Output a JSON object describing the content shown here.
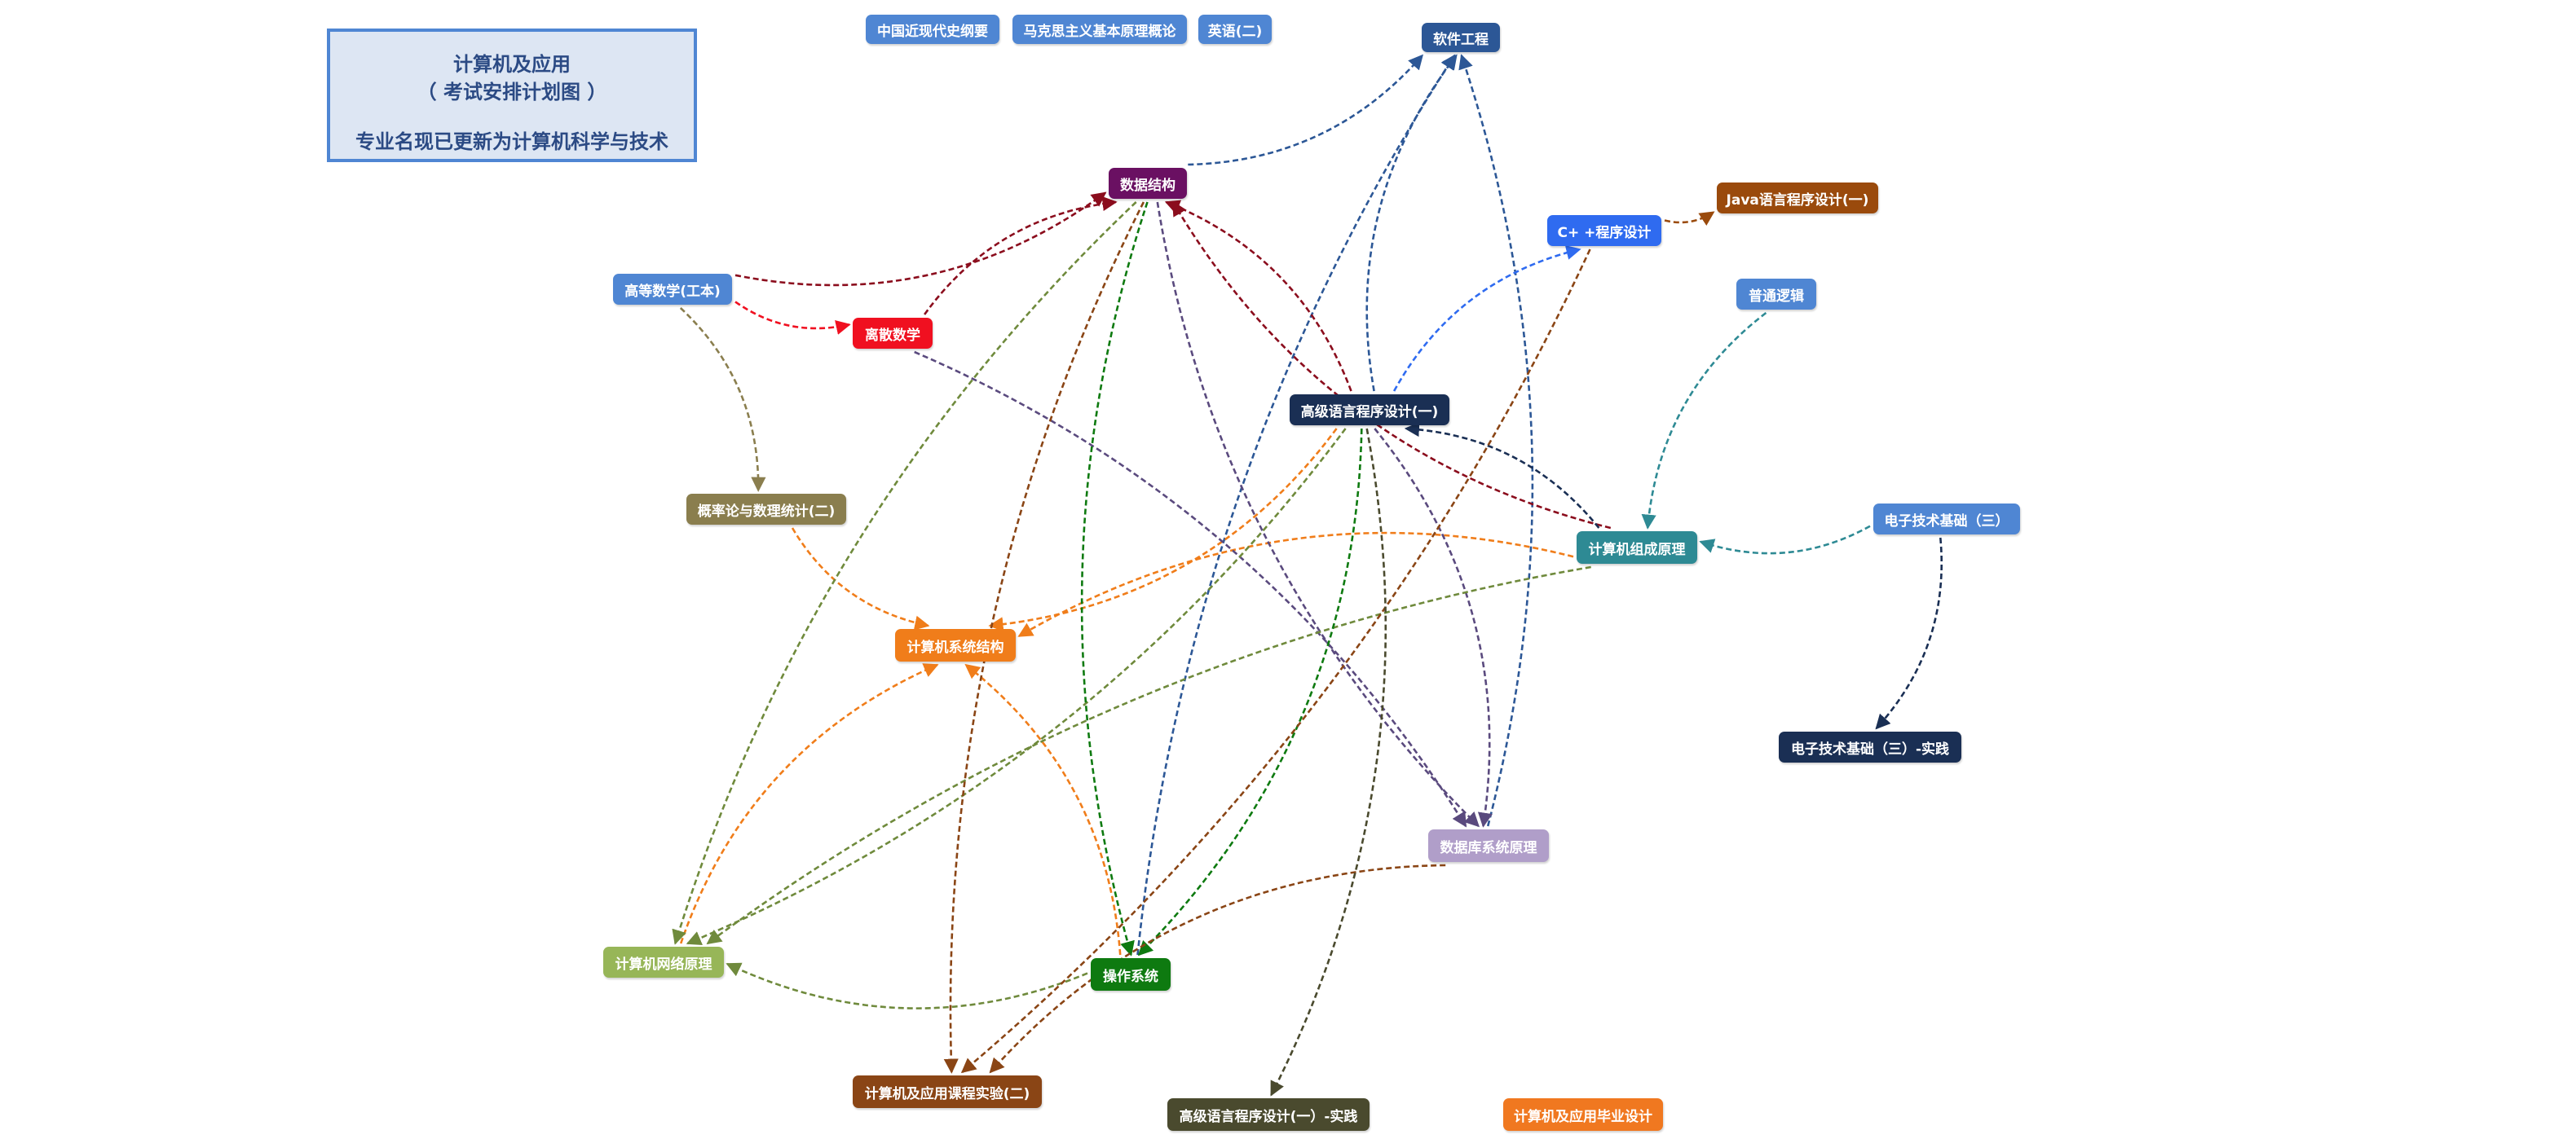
{
  "title": {
    "line1": "计算机及应用",
    "line2": "（ 考试安排计划图 ）",
    "line3": "专业名现已更新为计算机科学与技术"
  },
  "nodes": {
    "zhongguo": {
      "label": "中国近现代史纲要",
      "color": "#4f86d3"
    },
    "makesi": {
      "label": "马克思主义基本原理概论",
      "color": "#4f86d3"
    },
    "yingyu": {
      "label": "英语(二)",
      "color": "#4f86d3"
    },
    "ruanjian": {
      "label": "软件工程",
      "color": "#2c5796"
    },
    "shuju": {
      "label": "数据结构",
      "color": "#6a1062"
    },
    "java": {
      "label": "Java语言程序设计(一)",
      "color": "#9a4a0c"
    },
    "cpp": {
      "label": "C+ +程序设计",
      "color": "#2f6bf0"
    },
    "putong": {
      "label": "普通逻辑",
      "color": "#4f86d3"
    },
    "gaoshu": {
      "label": "高等数学(工本)",
      "color": "#4f86d3"
    },
    "lisan": {
      "label": "离散数学",
      "color": "#f01020"
    },
    "gaoji": {
      "label": "高级语言程序设计(一)",
      "color": "#1a2f54"
    },
    "gailv": {
      "label": "概率论与数理统计(二)",
      "color": "#8a7e4e"
    },
    "zucheng": {
      "label": "计算机组成原理",
      "color": "#2e8a94"
    },
    "dianzi": {
      "label": "电子技术基础（三）",
      "color": "#4f86d3"
    },
    "jiegou": {
      "label": "计算机系统结构",
      "color": "#f07d1a"
    },
    "dianzisj": {
      "label": "电子技术基础（三）-实践",
      "color": "#1a2f54"
    },
    "shujuku": {
      "label": "数据库系统原理",
      "color": "#b09ec9"
    },
    "wangluo": {
      "label": "计算机网络原理",
      "color": "#97b658"
    },
    "caozuo": {
      "label": "操作系统",
      "color": "#0e7a10"
    },
    "kecheng": {
      "label": "计算机及应用课程实验(二)",
      "color": "#8a4515"
    },
    "gaojisj": {
      "label": "高级语言程序设计(一）-实践",
      "color": "#4a4a2e"
    },
    "biye": {
      "label": "计算机及应用毕业设计",
      "color": "#f07820"
    }
  },
  "edges": [
    {
      "from": "shuju",
      "to": "ruanjian",
      "color": "#2c5796"
    },
    {
      "from": "gaoji",
      "to": "ruanjian",
      "color": "#2c5796"
    },
    {
      "from": "shujuku",
      "to": "ruanjian",
      "color": "#2c5796"
    },
    {
      "from": "caozuo",
      "to": "ruanjian",
      "color": "#2c5796"
    },
    {
      "from": "gaoshu",
      "to": "shuju",
      "color": "#8b0d1d"
    },
    {
      "from": "lisan",
      "to": "shuju",
      "color": "#8b0d1d"
    },
    {
      "from": "gaoji",
      "to": "shuju",
      "color": "#8b0d1d"
    },
    {
      "from": "zucheng",
      "to": "shuju",
      "color": "#8b0d1d"
    },
    {
      "from": "gaoshu",
      "to": "lisan",
      "color": "#f01020"
    },
    {
      "from": "gaoshu",
      "to": "gailv",
      "color": "#8a7e4e"
    },
    {
      "from": "cpp",
      "to": "java",
      "color": "#9a4a0c"
    },
    {
      "from": "gaoji",
      "to": "cpp",
      "color": "#2f6bf0"
    },
    {
      "from": "putong",
      "to": "zucheng",
      "color": "#2e8a94"
    },
    {
      "from": "dianzi",
      "to": "zucheng",
      "color": "#2e8a94"
    },
    {
      "from": "zucheng",
      "to": "gaoji",
      "color": "#1a2f54"
    },
    {
      "from": "dianzi",
      "to": "dianzisj",
      "color": "#1a2f54"
    },
    {
      "from": "gailv",
      "to": "jiegou",
      "color": "#f07d1a"
    },
    {
      "from": "gaoji",
      "to": "jiegou",
      "color": "#f07d1a"
    },
    {
      "from": "zucheng",
      "to": "jiegou",
      "color": "#f07d1a"
    },
    {
      "from": "wangluo",
      "to": "jiegou",
      "color": "#f07d1a"
    },
    {
      "from": "caozuo",
      "to": "jiegou",
      "color": "#f07d1a"
    },
    {
      "from": "lisan",
      "to": "shujuku",
      "color": "#5a4a7e"
    },
    {
      "from": "shuju",
      "to": "shujuku",
      "color": "#5a4a7e"
    },
    {
      "from": "gaoji",
      "to": "shujuku",
      "color": "#5a4a7e"
    },
    {
      "from": "shuju",
      "to": "wangluo",
      "color": "#6f8a3c"
    },
    {
      "from": "gaoji",
      "to": "wangluo",
      "color": "#6f8a3c"
    },
    {
      "from": "zucheng",
      "to": "wangluo",
      "color": "#6f8a3c"
    },
    {
      "from": "caozuo",
      "to": "wangluo",
      "color": "#6f8a3c"
    },
    {
      "from": "shuju",
      "to": "caozuo",
      "color": "#0e7a10"
    },
    {
      "from": "gaoji",
      "to": "caozuo",
      "color": "#0e7a10"
    },
    {
      "from": "shuju",
      "to": "kecheng",
      "color": "#8a4515"
    },
    {
      "from": "cpp",
      "to": "kecheng",
      "color": "#8a4515"
    },
    {
      "from": "shujuku",
      "to": "kecheng",
      "color": "#8a4515"
    },
    {
      "from": "gaoji",
      "to": "gaojisj",
      "color": "#4a4a2e"
    }
  ]
}
